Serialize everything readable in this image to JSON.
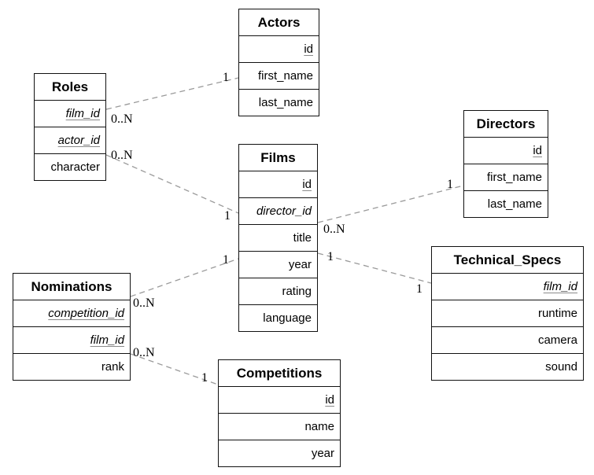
{
  "diagram": {
    "type": "entity-relationship",
    "background_color": "#ffffff",
    "box_border_color": "#111111",
    "relation_line_color": "#9a9a9a",
    "key_underline_color": "#8a8a8a"
  },
  "entities": [
    {
      "name": "Actors",
      "fields": [
        {
          "name": "id",
          "pk": true,
          "fk": false
        },
        {
          "name": "first_name",
          "pk": false,
          "fk": false
        },
        {
          "name": "last_name",
          "pk": false,
          "fk": false
        }
      ]
    },
    {
      "name": "Roles",
      "fields": [
        {
          "name": "film_id",
          "pk": true,
          "fk": true
        },
        {
          "name": "actor_id",
          "pk": true,
          "fk": true
        },
        {
          "name": "character",
          "pk": false,
          "fk": false
        }
      ]
    },
    {
      "name": "Films",
      "fields": [
        {
          "name": "id",
          "pk": true,
          "fk": false
        },
        {
          "name": "director_id",
          "pk": false,
          "fk": true
        },
        {
          "name": "title",
          "pk": false,
          "fk": false
        },
        {
          "name": "year",
          "pk": false,
          "fk": false
        },
        {
          "name": "rating",
          "pk": false,
          "fk": false
        },
        {
          "name": "language",
          "pk": false,
          "fk": false
        }
      ]
    },
    {
      "name": "Directors",
      "fields": [
        {
          "name": "id",
          "pk": true,
          "fk": false
        },
        {
          "name": "first_name",
          "pk": false,
          "fk": false
        },
        {
          "name": "last_name",
          "pk": false,
          "fk": false
        }
      ]
    },
    {
      "name": "Nominations",
      "fields": [
        {
          "name": "competition_id",
          "pk": true,
          "fk": true
        },
        {
          "name": "film_id",
          "pk": true,
          "fk": true
        },
        {
          "name": "rank",
          "pk": false,
          "fk": false
        }
      ]
    },
    {
      "name": "Competitions",
      "fields": [
        {
          "name": "id",
          "pk": true,
          "fk": false
        },
        {
          "name": "name",
          "pk": false,
          "fk": false
        },
        {
          "name": "year",
          "pk": false,
          "fk": false
        }
      ]
    },
    {
      "name": "Technical_Specs",
      "fields": [
        {
          "name": "film_id",
          "pk": true,
          "fk": true
        },
        {
          "name": "runtime",
          "pk": false,
          "fk": false
        },
        {
          "name": "camera",
          "pk": false,
          "fk": false
        },
        {
          "name": "sound",
          "pk": false,
          "fk": false
        }
      ]
    }
  ],
  "relationships": [
    {
      "from_entity": "Roles",
      "to_entity": "Actors",
      "from_card": "0..N",
      "to_card": "1"
    },
    {
      "from_entity": "Roles",
      "to_entity": "Films",
      "from_card": "0..N",
      "to_card": "1"
    },
    {
      "from_entity": "Films",
      "to_entity": "Directors",
      "from_card": "0..N",
      "to_card": "1"
    },
    {
      "from_entity": "Films",
      "to_entity": "Technical_Specs",
      "from_card": "1",
      "to_card": "1"
    },
    {
      "from_entity": "Nominations",
      "to_entity": "Films",
      "from_card": "0..N",
      "to_card": "1"
    },
    {
      "from_entity": "Nominations",
      "to_entity": "Competitions",
      "from_card": "0..N",
      "to_card": "1"
    }
  ]
}
